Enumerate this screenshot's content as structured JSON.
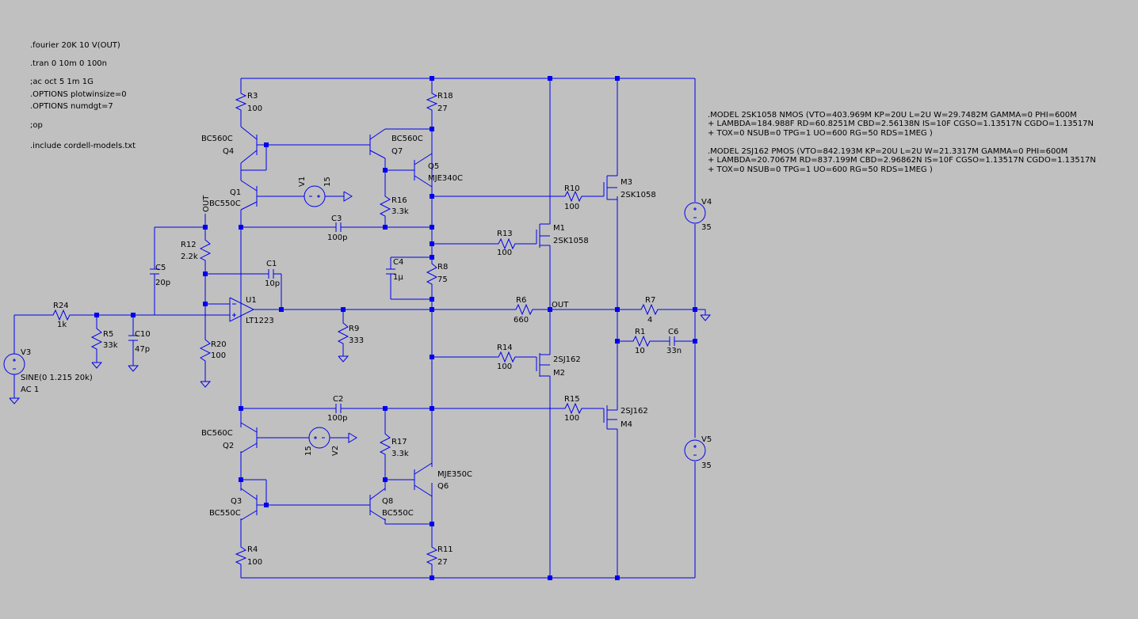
{
  "directives": [
    ".fourier 20K 10 V(OUT)",
    ".tran 0 10m 0 100n",
    ";ac oct 5 1m 1G",
    ".OPTIONS plotwinsize=0",
    ".OPTIONS numdgt=7",
    ";op",
    ".include cordell-models.txt"
  ],
  "models": [
    ".MODEL 2SK1058 NMOS (VTO=403.969M KP=20U L=2U W=29.7482M GAMMA=0 PHI=600M",
    "+ LAMBDA=184.988F RD=60.8251M CBD=2.56138N IS=10F CGSO=1.13517N CGDO=1.13517N",
    "+ TOX=0 NSUB=0 TPG=1 UO=600 RG=50 RDS=1MEG )",
    ".MODEL 2SJ162 PMOS (VTO=842.193M KP=20U L=2U W=21.3317M GAMMA=0 PHI=600M",
    "+ LAMBDA=20.7067M RD=837.199M CBD=2.96862N IS=10F CGSO=1.13517N CGDO=1.13517N",
    "+ TOX=0 NSUB=0 TPG=1 UO=600 RG=50 RDS=1MEG )"
  ],
  "labels": {
    "R3": "R3",
    "R3v": "100",
    "R18": "R18",
    "R18v": "27",
    "Q4a": "BC560C",
    "Q4b": "Q4",
    "Q7a": "BC560C",
    "Q7b": "Q7",
    "Q5a": "Q5",
    "Q5b": "MJE340C",
    "Q1a": "Q1",
    "Q1b": "BC550C",
    "V1": "V1",
    "V1v": "15",
    "R16": "R16",
    "R16v": "3.3k",
    "out1": "OUT",
    "C3": "C3",
    "C3v": "100p",
    "R12": "R12",
    "R12v": "2.2k",
    "C5": "C5",
    "C5v": "20p",
    "C1": "C1",
    "C1v": "10p",
    "U1a": "U1",
    "U1b": "LT1223",
    "R24": "R24",
    "R24v": "1k",
    "R5": "R5",
    "R5v": "33k",
    "C10": "C10",
    "C10v": "47p",
    "R9": "R9",
    "R9v": "333",
    "R20": "R20",
    "R20v": "100",
    "V3": "V3",
    "V3v1": "SINE(0 1.215 20k)",
    "V3v2": "AC 1",
    "C4": "C4",
    "C4v": "1µ",
    "R8": "R8",
    "R8v": "75",
    "R13": "R13",
    "R13v": "100",
    "M1a": "M1",
    "M1b": "2SK1058",
    "R10": "R10",
    "R10v": "100",
    "M3a": "M3",
    "M3b": "2SK1058",
    "V4": "V4",
    "V4v": "35",
    "R6": "R6",
    "R6v": "660",
    "out2": "OUT",
    "R7": "R7",
    "R7v": "4",
    "R1": "R1",
    "R1v": "10",
    "C6": "C6",
    "C6v": "33n",
    "R14": "R14",
    "R14v": "100",
    "M2a": "2SJ162",
    "M2b": "M2",
    "R15": "R15",
    "R15v": "100",
    "M4a": "2SJ162",
    "M4b": "M4",
    "V5": "V5",
    "V5v": "35",
    "C2": "C2",
    "C2v": "100p",
    "Q2a": "BC560C",
    "Q2b": "Q2",
    "V2": "V2",
    "V2v": "15",
    "R17": "R17",
    "R17v": "3.3k",
    "Q6a": "MJE350C",
    "Q6b": "Q6",
    "Q3a": "Q3",
    "Q3b": "BC550C",
    "Q8a": "Q8",
    "Q8b": "BC550C",
    "R4": "R4",
    "R4v": "100",
    "R11": "R11",
    "R11v": "27"
  },
  "colors": {
    "background": "#c0c0c0",
    "wire": "#0000ee",
    "text": "#000000"
  }
}
